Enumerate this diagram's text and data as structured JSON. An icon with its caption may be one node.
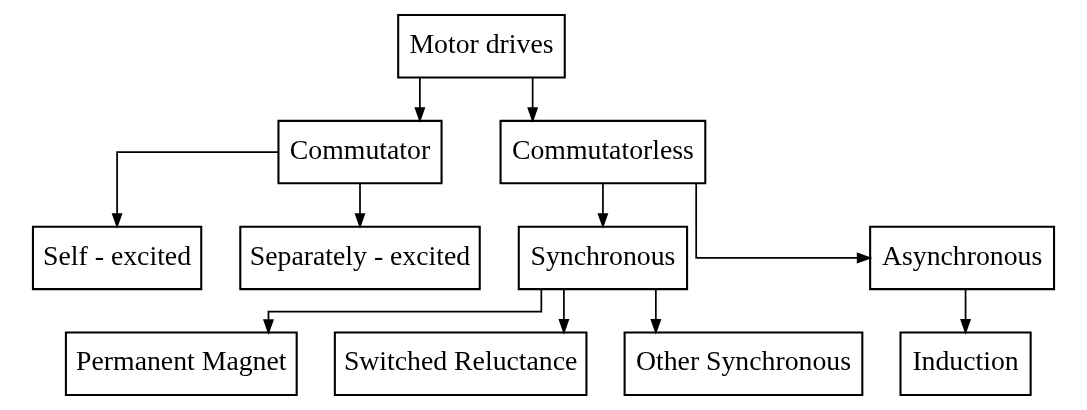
{
  "diagram": {
    "nodes": [
      {
        "text": [
          "Motor drives"
        ]
      },
      {
        "text": [
          "Commutator"
        ]
      },
      {
        "text": [
          "Commutatorless"
        ]
      },
      {
        "text": [
          "Self - excited"
        ]
      },
      {
        "text": [
          "Separately - excited"
        ]
      },
      {
        "text": [
          "Synchronous"
        ]
      },
      {
        "text": [
          "Asynchronous"
        ]
      },
      {
        "text": [
          "Permanent Magnet"
        ]
      },
      {
        "text": [
          "Switched Reluctance"
        ]
      },
      {
        "text": [
          "Other Synchronous"
        ]
      },
      {
        "text": [
          "Induction"
        ]
      }
    ],
    "edges": [
      {
        "from": 0,
        "to": 1,
        "arrow": "to"
      },
      {
        "from": 0,
        "to": 2,
        "arrow": "to"
      },
      {
        "from": 1,
        "to": 3,
        "arrow": "to"
      },
      {
        "from": 1,
        "to": 4,
        "arrow": "to"
      },
      {
        "from": 2,
        "to": 5,
        "arrow": "to"
      },
      {
        "from": 2,
        "to": 6,
        "arrow": "to"
      },
      {
        "from": 5,
        "to": 7,
        "arrow": "to"
      },
      {
        "from": 5,
        "to": 8,
        "arrow": "to"
      },
      {
        "from": 5,
        "to": 9,
        "arrow": "to"
      },
      {
        "from": 6,
        "to": 10,
        "arrow": "to"
      }
    ]
  }
}
